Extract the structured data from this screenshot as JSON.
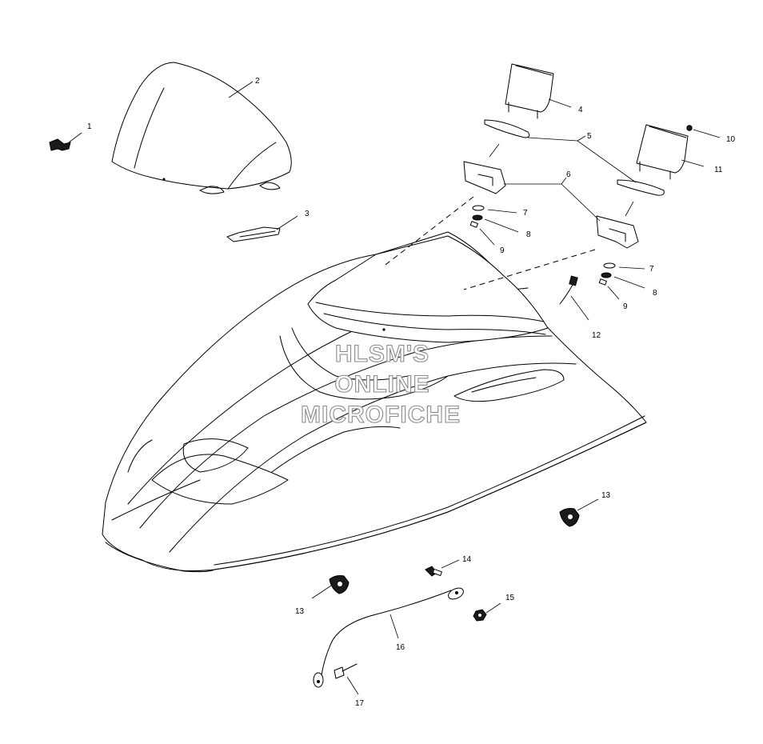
{
  "watermark": {
    "line1": "HLSM'S",
    "line2": "ONLINE",
    "line3": "MICROFICHE"
  },
  "callouts": [
    {
      "id": "1",
      "label": "1"
    },
    {
      "id": "2",
      "label": "2"
    },
    {
      "id": "3",
      "label": "3"
    },
    {
      "id": "4",
      "label": "4"
    },
    {
      "id": "5",
      "label": "5"
    },
    {
      "id": "6",
      "label": "6"
    },
    {
      "id": "7a",
      "label": "7"
    },
    {
      "id": "8a",
      "label": "8"
    },
    {
      "id": "9a",
      "label": "9"
    },
    {
      "id": "10",
      "label": "10"
    },
    {
      "id": "11",
      "label": "11"
    },
    {
      "id": "7b",
      "label": "7"
    },
    {
      "id": "8b",
      "label": "8"
    },
    {
      "id": "9b",
      "label": "9"
    },
    {
      "id": "12",
      "label": "12"
    },
    {
      "id": "13a",
      "label": "13"
    },
    {
      "id": "13b",
      "label": "13"
    },
    {
      "id": "14",
      "label": "14"
    },
    {
      "id": "15",
      "label": "15"
    },
    {
      "id": "16",
      "label": "16"
    },
    {
      "id": "17",
      "label": "17"
    }
  ]
}
